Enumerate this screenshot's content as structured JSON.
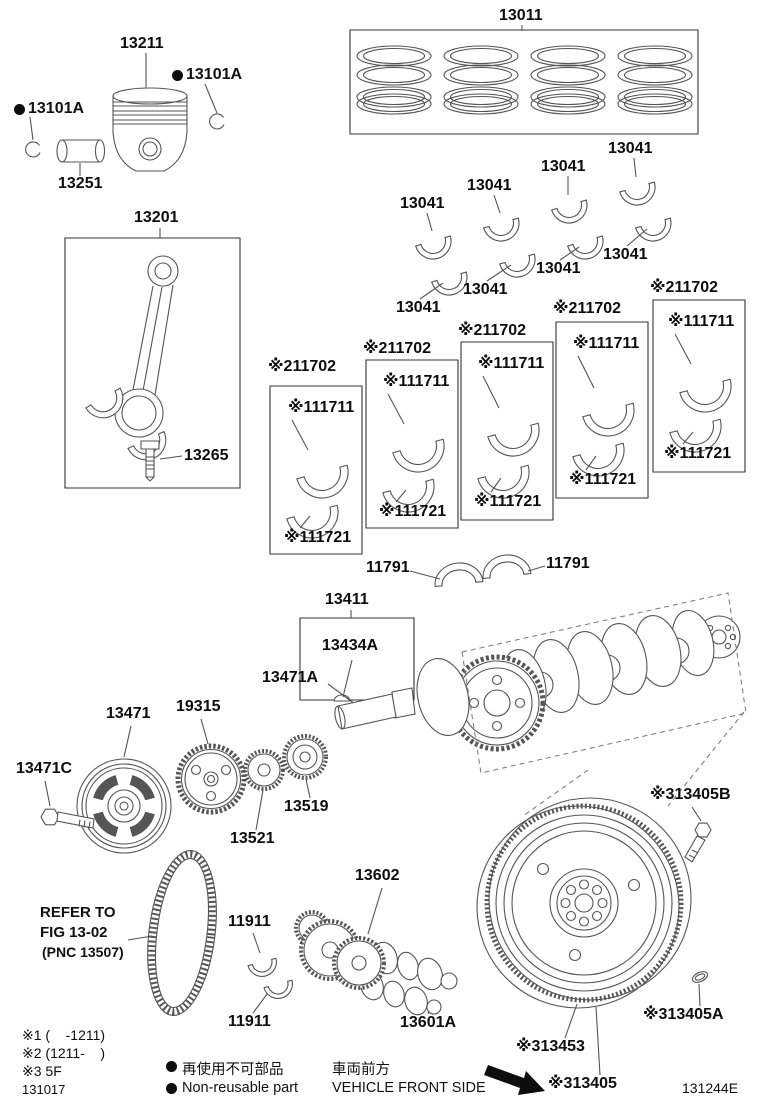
{
  "diagram": {
    "parts": {
      "p13011": "13011",
      "p13211": "13211",
      "p13101A": "13101A",
      "p13251": "13251",
      "p13201": "13201",
      "p13265": "13265",
      "p13041": "13041",
      "p11702": "※211702",
      "p11711": "※111711",
      "p11721": "※111721",
      "p11791": "11791",
      "p13411": "13411",
      "p13434A": "13434A",
      "p13471A": "13471A",
      "p13471": "13471",
      "p19315": "19315",
      "p13471C": "13471C",
      "p13519": "13519",
      "p13521": "13521",
      "p13602": "13602",
      "p11911": "11911",
      "p13601A": "13601A",
      "p13405B": "※313405B",
      "p13453": "※313453",
      "p13405": "※313405",
      "p13405A": "※313405A"
    },
    "refer_note": {
      "line1": "REFER TO",
      "line2": "FIG 13-02",
      "line3": "(PNC 13507)"
    },
    "footnotes": {
      "n1": "※1 (    -1211)",
      "n2": "※2 (1211-    )",
      "n3": "※3 5F",
      "drawing_no": "131017"
    },
    "legend": {
      "non_reusable_jp": "再使用不可部品",
      "non_reusable_en": "Non-reusable part",
      "vehicle_front_jp": "車両前方",
      "vehicle_front_en": "VEHICLE FRONT SIDE"
    },
    "code": "131244E"
  }
}
